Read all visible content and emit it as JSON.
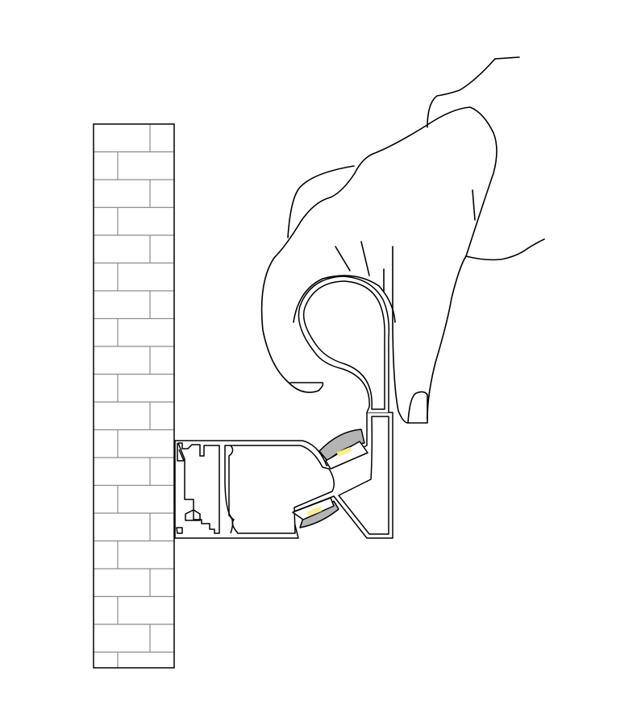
{
  "colors": {
    "outline": "#000000",
    "mortar": "#8c8c8c",
    "led_lens": "#b4b4b4",
    "led_strip": "#f5ef8a",
    "background": "#ffffff"
  },
  "icons": [
    "brick-wall",
    "aluminium-profile",
    "led-strip",
    "hand"
  ]
}
